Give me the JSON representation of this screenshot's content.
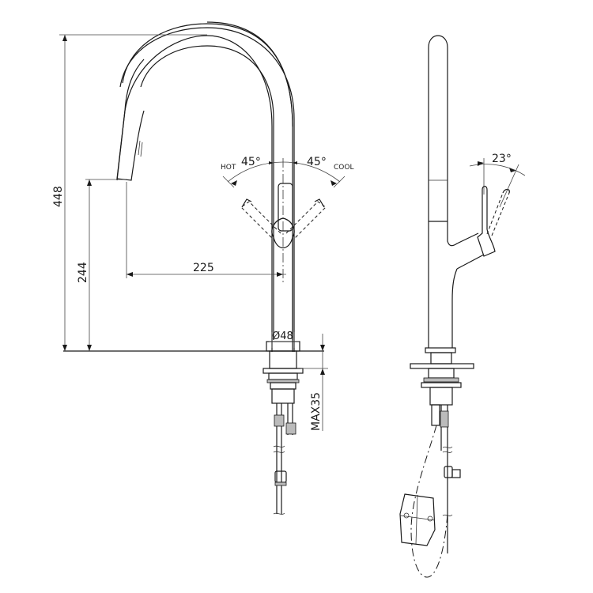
{
  "drawing": {
    "title": "Kitchen faucet dimension drawing",
    "views": [
      "front",
      "side"
    ]
  },
  "dimensions": {
    "total_height": "448",
    "spout_height": "244",
    "spout_reach": "225",
    "base_diameter": "Ø48",
    "max_deck_thickness": "MAX35",
    "hot_angle": "45°",
    "cool_angle": "45°",
    "lever_tilt_angle": "23°"
  },
  "labels": {
    "hot": "HOT",
    "cool": "COOL"
  },
  "colors": {
    "line": "#1a1a1a",
    "background": "#ffffff"
  }
}
